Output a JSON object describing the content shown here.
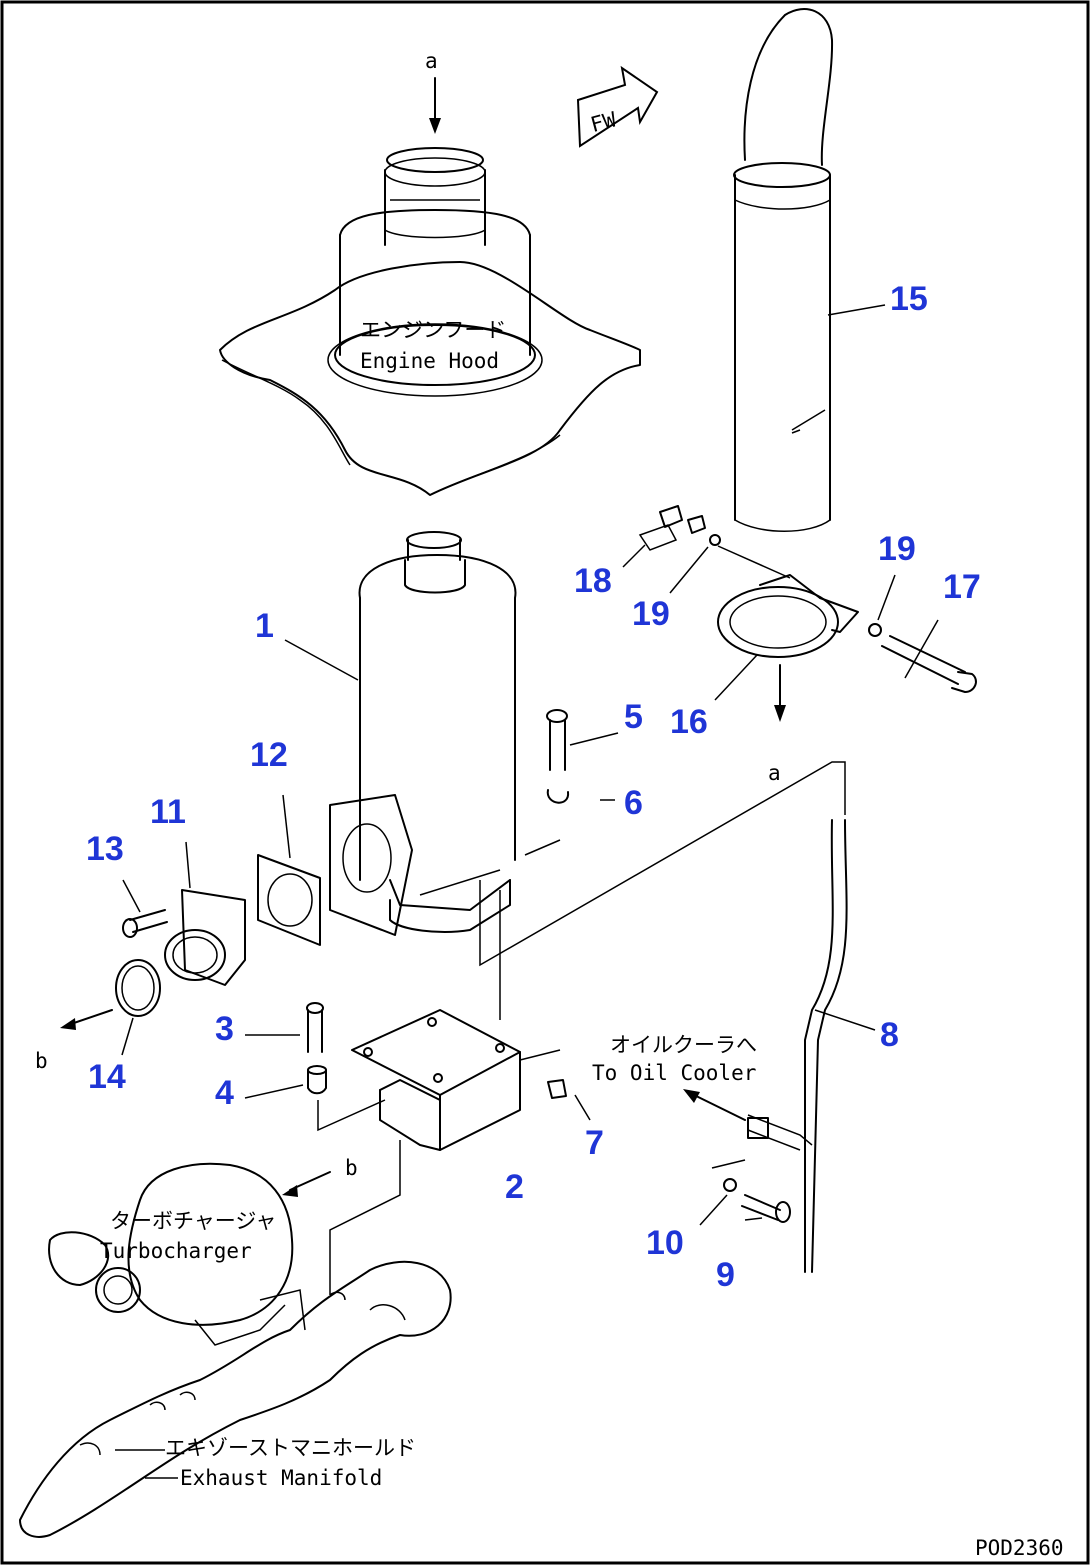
{
  "drawing_code": "POD2360",
  "fw_label": "FW",
  "ref_a": "a",
  "ref_b": "b",
  "engine_hood": {
    "jp": "エンジンフード",
    "en": "Engine Hood"
  },
  "oil_cooler": {
    "jp": "オイルクーラへ",
    "en": "To Oil Cooler"
  },
  "turbocharger": {
    "jp": "ターボチャージャ",
    "en": "Turbocharger"
  },
  "exhaust_manifold": {
    "jp": "エキゾーストマニホールド",
    "en": "Exhaust Manifold"
  },
  "parts": [
    {
      "id": "1",
      "label": "1"
    },
    {
      "id": "2",
      "label": "2"
    },
    {
      "id": "3",
      "label": "3"
    },
    {
      "id": "4",
      "label": "4"
    },
    {
      "id": "5",
      "label": "5"
    },
    {
      "id": "6",
      "label": "6"
    },
    {
      "id": "7",
      "label": "7"
    },
    {
      "id": "8",
      "label": "8"
    },
    {
      "id": "9",
      "label": "9"
    },
    {
      "id": "10",
      "label": "10"
    },
    {
      "id": "11",
      "label": "11"
    },
    {
      "id": "12",
      "label": "12"
    },
    {
      "id": "13",
      "label": "13"
    },
    {
      "id": "14",
      "label": "14"
    },
    {
      "id": "15",
      "label": "15"
    },
    {
      "id": "16",
      "label": "16"
    },
    {
      "id": "17",
      "label": "17"
    },
    {
      "id": "18",
      "label": "18"
    },
    {
      "id": "19",
      "label": "19"
    },
    {
      "id": "19b",
      "label": "19"
    }
  ],
  "colors": {
    "callout": "#1f35d6",
    "line": "#000000",
    "background": "#ffffff"
  }
}
